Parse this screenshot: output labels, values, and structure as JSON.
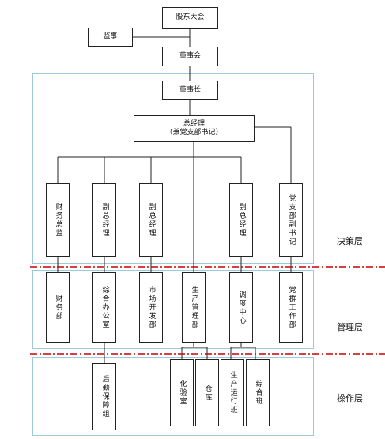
{
  "top": {
    "shareholders": "股东大会",
    "supervisor": "监事",
    "board": "董事会",
    "chairman": "董事长",
    "gm_line1": "总经理",
    "gm_line2": "（兼党支部书记）"
  },
  "decision": [
    "财务总监",
    "副总经理",
    "副总经理",
    "副总经理",
    "党支部副书记"
  ],
  "management": [
    "财务部",
    "综合办公室",
    "市场开发部",
    "生产管理部",
    "调度中心",
    "党群工作部"
  ],
  "operation": [
    "后勤保障组",
    "化验室",
    "仓库",
    "生产运行班",
    "综合班"
  ],
  "layers": {
    "decision": "决策层",
    "management": "管理层",
    "operation": "操作层"
  },
  "colors": {
    "layer_border": "#9cc9dc",
    "divider": "#cc0000",
    "box_border": "#222222"
  }
}
